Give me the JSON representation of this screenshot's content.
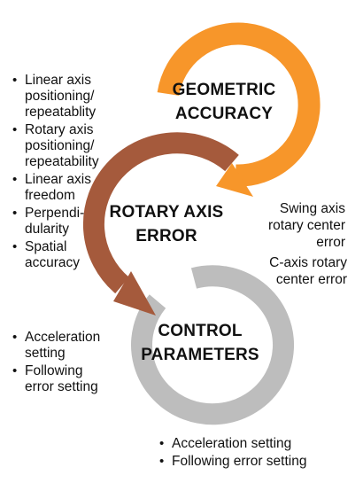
{
  "colors": {
    "geometric_ring": "#f7962a",
    "rotary_ring": "#a55a3c",
    "control_ring": "#bdbdbd",
    "text": "#111111"
  },
  "geometric": {
    "title_line1": "GEOMETRIC",
    "title_line2": "ACCURACY"
  },
  "rotary": {
    "title_line1": "ROTARY AXIS",
    "title_line2": "ERROR"
  },
  "control": {
    "title_line1": "CONTROL",
    "title_line2": "PARAMETERS"
  },
  "left_list": {
    "items": [
      {
        "line1": "Linear axis",
        "line2": "positioning/",
        "line3": "repeatablity"
      },
      {
        "line1": "Rotary axis",
        "line2": "positioning/",
        "line3": "repeatability"
      },
      {
        "line1": "Linear axis",
        "line2": "freedom"
      },
      {
        "line1": "Perpendi-",
        "line2": "dularity"
      },
      {
        "line1": "Spatial",
        "line2": "accuracy"
      }
    ]
  },
  "right_notes": {
    "swing_line1": "Swing axis",
    "swing_line2": "rotary center",
    "swing_line3": "error",
    "caxis_line1": "C-axis rotary",
    "caxis_line2": "center error"
  },
  "control_left_list": {
    "items": [
      {
        "line1": "Acceleration",
        "line2": "setting"
      },
      {
        "line1": "Following",
        "line2": "error setting"
      }
    ]
  },
  "control_bottom_list": {
    "items": [
      {
        "line1": "Acceleration setting"
      },
      {
        "line1": "Following error setting"
      }
    ]
  }
}
